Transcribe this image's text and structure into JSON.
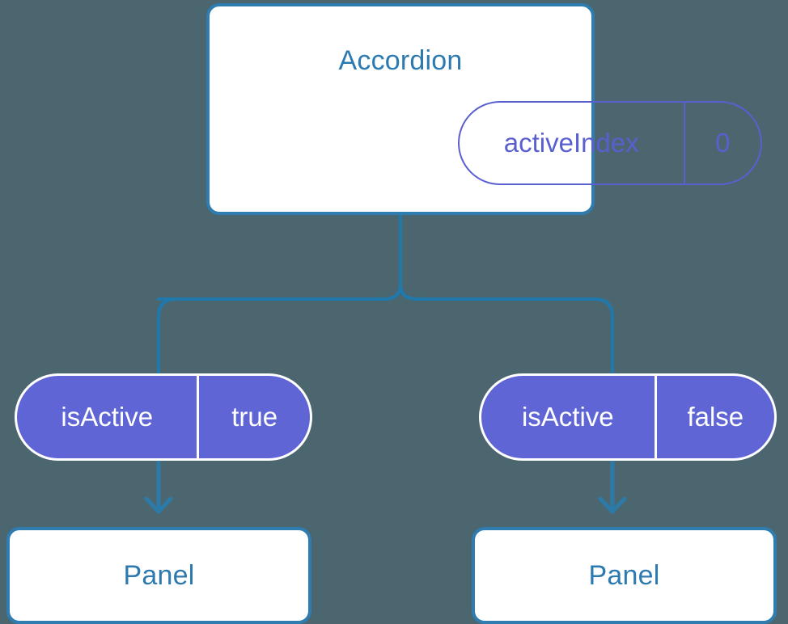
{
  "diagram": {
    "type": "component-tree",
    "background_color": "#4c6670",
    "accent_blue": "#2d7ab0",
    "accent_purple": "#6065d6"
  },
  "root": {
    "title": "Accordion",
    "state_badge": {
      "key": "activeIndex",
      "value": "0"
    }
  },
  "branches": [
    {
      "prop_badge": {
        "key": "isActive",
        "value": "true"
      },
      "child": {
        "title": "Panel"
      }
    },
    {
      "prop_badge": {
        "key": "isActive",
        "value": "false"
      },
      "child": {
        "title": "Panel"
      }
    }
  ]
}
